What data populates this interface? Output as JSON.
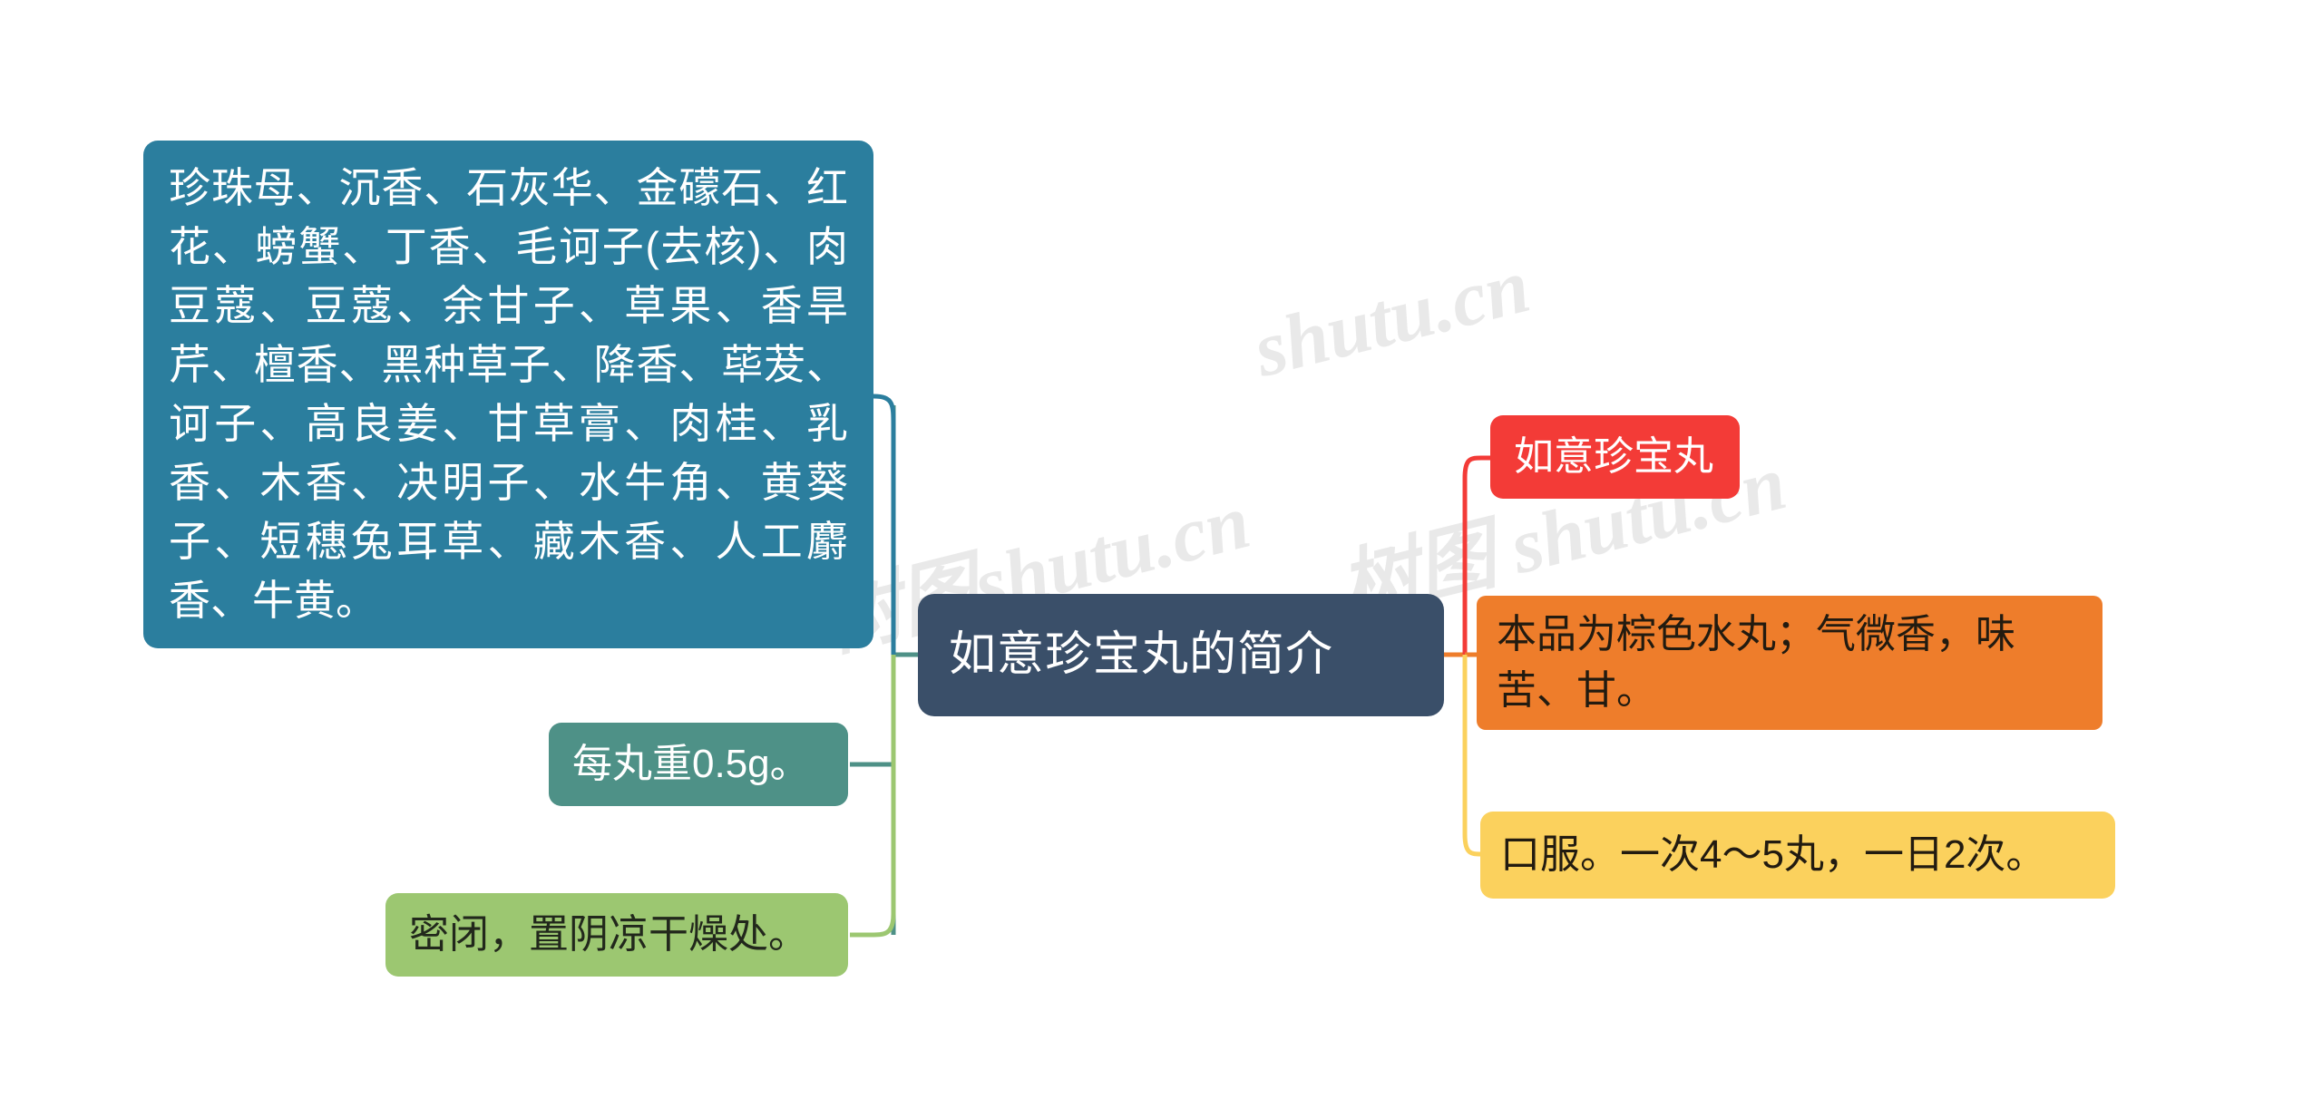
{
  "diagram": {
    "type": "mind-map",
    "center": {
      "label": "如意珍宝丸的简介",
      "color": "#3a4f69",
      "text_color": "#ffffff"
    },
    "left_branches": [
      {
        "key": "ingredients",
        "label": "珍珠母、沉香、石灰华、金礞石、红花、螃蟹、丁香、毛诃子(去核)、肉豆蔻、豆蔻、余甘子、草果、香旱芹、檀香、黑种草子、降香、荜茇、诃子、高良姜、甘草膏、肉桂、乳香、木香、决明子、水牛角、黄葵子、短穗兔耳草、藏木香、人工麝香、牛黄。",
        "color": "#2b7e9e",
        "text_color": "#ffffff"
      },
      {
        "key": "weight",
        "label": "每丸重0.5g。",
        "color": "#4e9187",
        "text_color": "#ffffff"
      },
      {
        "key": "storage",
        "label": "密闭，置阴凉干燥处。",
        "color": "#9cc771",
        "text_color": "#22281c"
      }
    ],
    "right_branches": [
      {
        "key": "name",
        "label": "如意珍宝丸",
        "color": "#f33b37",
        "text_color": "#ffffff"
      },
      {
        "key": "description",
        "label": "本品为棕色水丸；气微香，味苦、甘。",
        "color": "#ee7d2b",
        "text_color": "#221b10"
      },
      {
        "key": "dosage",
        "label": "口服。一次4～5丸，一日2次。",
        "color": "#fbd15d",
        "text_color": "#221b10"
      }
    ],
    "connector_colors": {
      "ingredients": "#2b7e9e",
      "weight": "#4e9187",
      "storage": "#9cc771",
      "name": "#f33b37",
      "description": "#ee7d2b",
      "dosage": "#fbd15d"
    }
  },
  "watermarks": {
    "line1": "shutu.cn",
    "line2": "shutu.cn",
    "line3": "树图 shutu.cn",
    "line4": "树图shutu.cn"
  }
}
